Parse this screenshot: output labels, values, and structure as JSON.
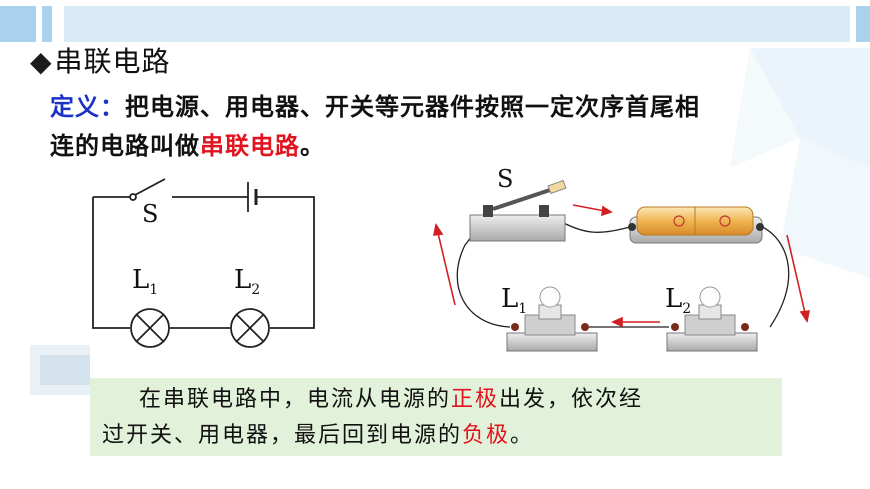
{
  "heading": {
    "bullet": "◆",
    "title": "串联电路"
  },
  "definition": {
    "label": "定义：",
    "text_line1": "把电源、用电器、开关等元器件按照一定次序首尾相",
    "text_line2_prefix": "连的电路叫做",
    "term": "串联电路",
    "text_line2_suffix": "。"
  },
  "schematic": {
    "switch": "S",
    "lamp1": "L",
    "lamp1_sub": "1",
    "lamp2": "L",
    "lamp2_sub": "2"
  },
  "physical": {
    "switch": "S",
    "lamp1": "L",
    "lamp1_sub": "1",
    "lamp2": "L",
    "lamp2_sub": "2"
  },
  "callout": {
    "part1": "在串联电路中，电流从电源的",
    "positive": "正极",
    "part2": "出发，依次经",
    "part3": "过开关、用电器，最后回到电源的",
    "negative": "负极",
    "part4": "。"
  },
  "colors": {
    "accent": "#1a33c6",
    "highlight": "#e0141e",
    "callout_bg": "#e2f1d9",
    "topbar": "#d8ebf7"
  }
}
